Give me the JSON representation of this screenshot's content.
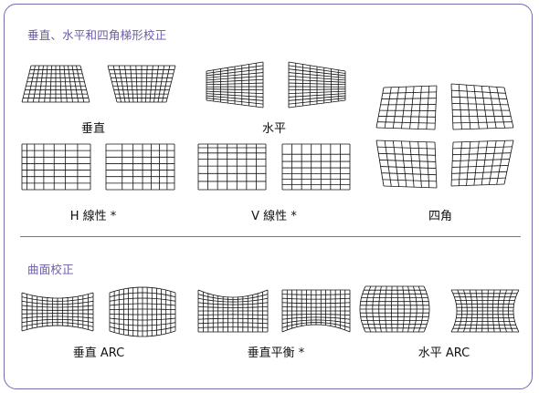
{
  "sections": {
    "keystone": {
      "title": "垂直、水平和四角梯形校正",
      "labels": {
        "vertical": "垂直",
        "horizontal": "水平",
        "h_linear": "H 線性 *",
        "v_linear": "V 線性 *",
        "four_corner": "四角"
      }
    },
    "curved": {
      "title": "曲面校正",
      "labels": {
        "vertical_arc": "垂直 ARC",
        "vertical_balance": "垂直平衡 *",
        "horizontal_arc": "水平 ARC"
      }
    }
  },
  "colors": {
    "accent": "#7a6aa8",
    "heading": "#6d5aa6",
    "lines": "#111111"
  },
  "diagrams": [
    {
      "name": "vertical-keystone-top-narrow-icon",
      "mode": "keystone",
      "nx": 12,
      "ny": 9
    },
    {
      "name": "vertical-keystone-bottom-narrow-icon",
      "mode": "keystone",
      "nx": 12,
      "ny": 9
    },
    {
      "name": "horizontal-keystone-left-short-icon",
      "mode": "keystone",
      "nx": 8,
      "ny": 13
    },
    {
      "name": "horizontal-keystone-right-short-icon",
      "mode": "keystone",
      "nx": 8,
      "ny": 13
    },
    {
      "name": "four-corner-top-left-icon",
      "mode": "keystone",
      "nx": 7,
      "ny": 7
    },
    {
      "name": "four-corner-top-right-icon",
      "mode": "keystone",
      "nx": 7,
      "ny": 7
    },
    {
      "name": "four-corner-bottom-left-icon",
      "mode": "keystone",
      "nx": 7,
      "ny": 7
    },
    {
      "name": "four-corner-bottom-right-icon",
      "mode": "keystone",
      "nx": 7,
      "ny": 7
    },
    {
      "name": "h-linear-left-icon",
      "mode": "linear",
      "nx": 7,
      "ny": 7
    },
    {
      "name": "h-linear-right-icon",
      "mode": "linear",
      "nx": 7,
      "ny": 7
    },
    {
      "name": "v-linear-left-icon",
      "mode": "linear",
      "nx": 7,
      "ny": 7
    },
    {
      "name": "v-linear-right-icon",
      "mode": "linear",
      "nx": 7,
      "ny": 7
    },
    {
      "name": "vertical-arc-inward-icon",
      "mode": "arc",
      "nx": 14,
      "ny": 9
    },
    {
      "name": "vertical-arc-outward-icon",
      "mode": "arc",
      "nx": 14,
      "ny": 9
    },
    {
      "name": "vertical-balance-top-icon",
      "mode": "arc",
      "nx": 14,
      "ny": 10
    },
    {
      "name": "vertical-balance-bottom-icon",
      "mode": "arc",
      "nx": 14,
      "ny": 10
    },
    {
      "name": "horizontal-arc-outward-icon",
      "mode": "arc",
      "nx": 11,
      "ny": 12
    },
    {
      "name": "horizontal-arc-inward-icon",
      "mode": "arc",
      "nx": 11,
      "ny": 12
    }
  ]
}
